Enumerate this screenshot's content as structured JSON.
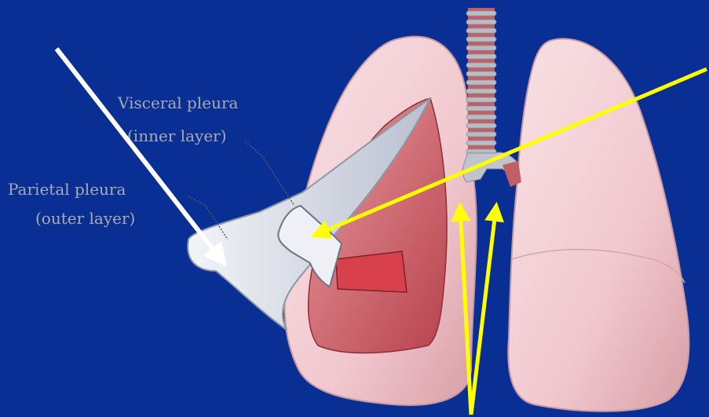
{
  "labels": {
    "visceral_line1": "Visceral pleura",
    "visceral_line2": "(inner layer)",
    "parietal_line1": "Parietal pleura",
    "parietal_line2": "(outer layer)"
  },
  "colors": {
    "background": "#0a2f94",
    "lung": "#f3cfd3",
    "lung_shadow": "#d9a3ab",
    "lung_interior": "#c8505a",
    "pleura": "#e4e8f0",
    "trachea_ring": "#b8bcc4",
    "trachea_gap": "#c06066",
    "label_text": "#a7abb0",
    "arrow_white": "#ffffff",
    "arrow_yellow": "#ffff00"
  },
  "icons": [
    "white-arrow",
    "yellow-arrow"
  ]
}
